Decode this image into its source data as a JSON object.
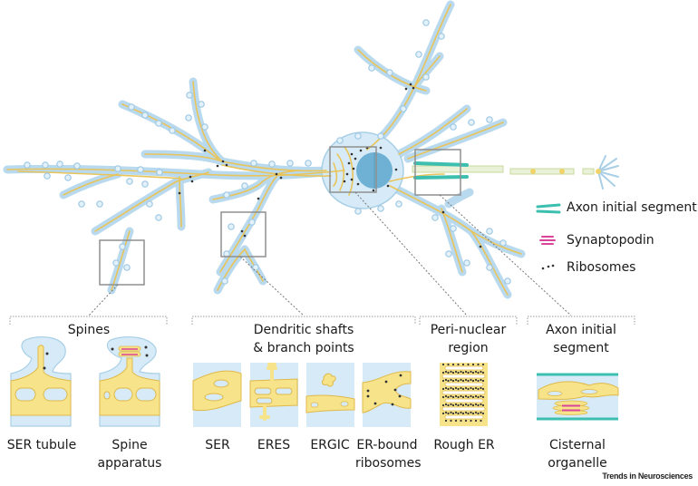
{
  "figure": {
    "legend": [
      {
        "icon": "axon-initial-segment-icon",
        "label": "Axon initial segment",
        "color": "#3dbfb0"
      },
      {
        "icon": "synaptopodin-icon",
        "label": "Synaptopodin",
        "color": "#d9449a"
      },
      {
        "icon": "ribosomes-icon",
        "label": "Ribosomes",
        "color": "#333333"
      }
    ],
    "groups": [
      {
        "title": "Spines",
        "panels": [
          {
            "label": "SER tubule"
          },
          {
            "label": "Spine apparatus"
          }
        ]
      },
      {
        "title": "Dendritic shafts & branch points",
        "panels": [
          {
            "label": "SER"
          },
          {
            "label": "ERES"
          },
          {
            "label": "ERGIC"
          },
          {
            "label": "ER-bound ribosomes"
          }
        ]
      },
      {
        "title": "Peri-nuclear region",
        "panels": [
          {
            "label": "Rough ER"
          }
        ]
      },
      {
        "title": "Axon initial segment",
        "panels": [
          {
            "label": "Cisternal organelle"
          }
        ]
      }
    ],
    "labels": {
      "spines_title": "Spines",
      "dendritic_title_1": "Dendritic shafts",
      "dendritic_title_2": "& branch points",
      "perinuclear_title_1": "Peri-nuclear",
      "perinuclear_title_2": "region",
      "axon_title_1": "Axon initial",
      "axon_title_2": "segment",
      "ser_tubule": "SER tubule",
      "spine_apparatus_1": "Spine",
      "spine_apparatus_2": "apparatus",
      "ser": "SER",
      "eres": "ERES",
      "ergic": "ERGIC",
      "er_bound_1": "ER-bound",
      "er_bound_2": "ribosomes",
      "rough_er": "Rough ER",
      "cisternal_1": "Cisternal",
      "cisternal_2": "organelle"
    },
    "credit": "Trends in Neurosciences",
    "colors": {
      "cytoplasm": "#d6ebf7",
      "membrane": "#a9cfe6",
      "er": "#f7e48a",
      "er_outline": "#e0b84a",
      "nucleus": "#6fb1d4",
      "box": "#8f8f8f",
      "ais": "#3dbfb0",
      "synaptopodin": "#d9449a"
    }
  }
}
